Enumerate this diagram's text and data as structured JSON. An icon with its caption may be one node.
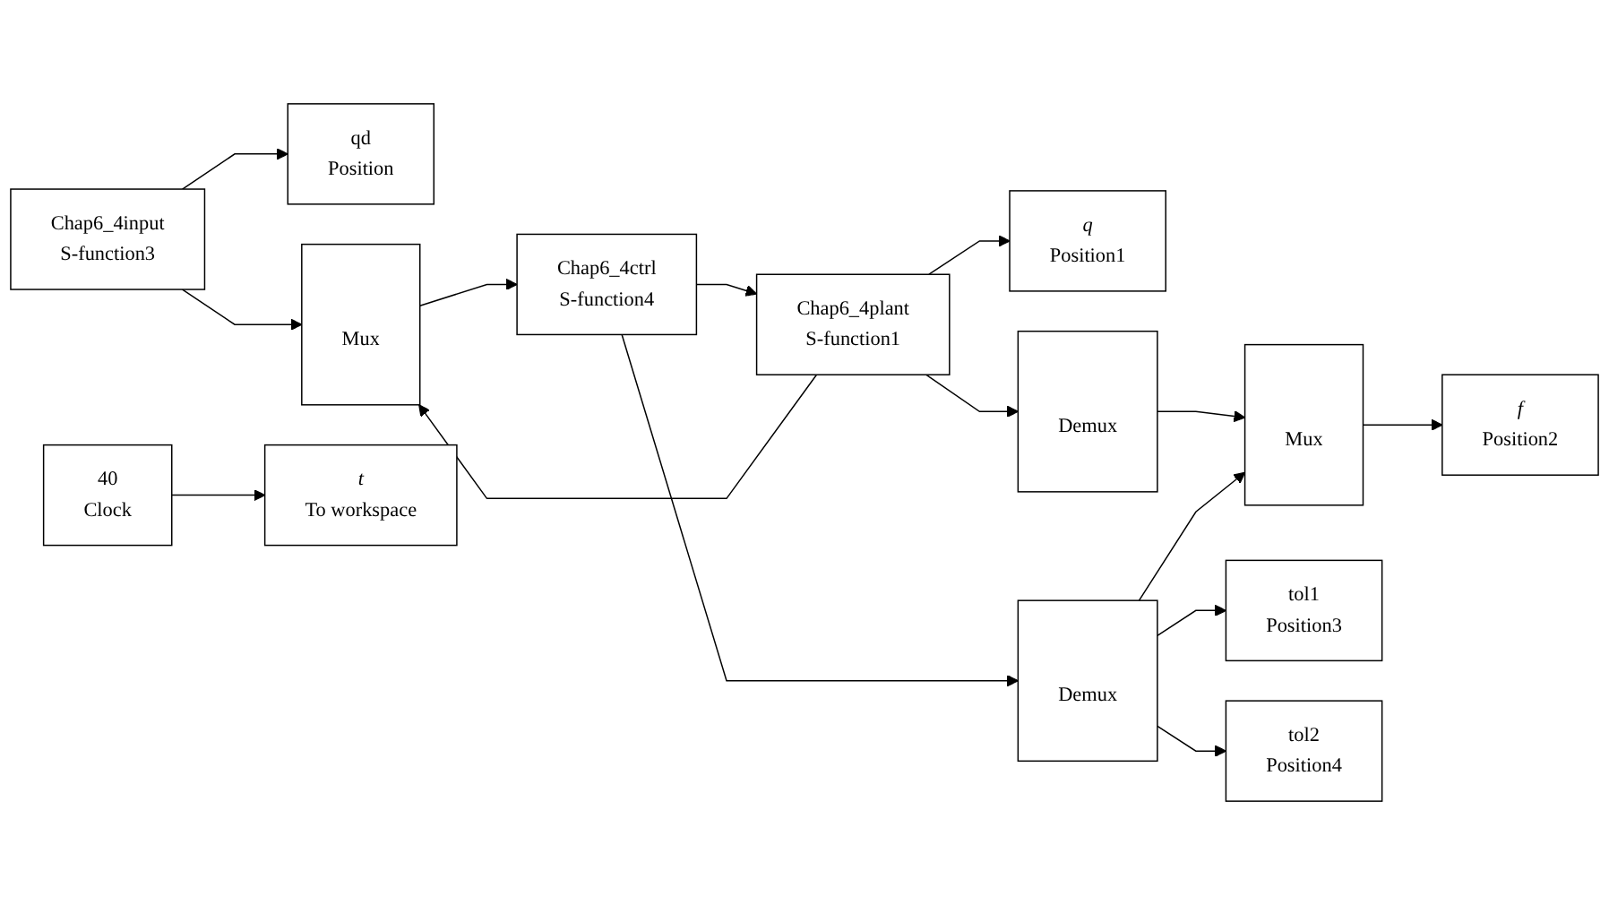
{
  "diagram": {
    "nodes": [
      {
        "text": [
          "Chap6_4input",
          "S-function3"
        ]
      },
      {
        "text": [
          "qd",
          "Position"
        ]
      },
      {
        "text": [
          "Mux"
        ]
      },
      {
        "text": [
          "Chap6_4ctrl",
          "S-function4"
        ]
      },
      {
        "text": [
          "Chap6_4plant",
          "S-function1"
        ]
      },
      {
        "text": [
          "q",
          "Position1"
        ]
      },
      {
        "text": [
          "Demux"
        ]
      },
      {
        "text": [
          "Mux"
        ]
      },
      {
        "text": [
          "f",
          "Position2"
        ]
      },
      {
        "text": [
          "40",
          "Clock"
        ]
      },
      {
        "text": [
          "t",
          "To workspace"
        ]
      },
      {
        "text": [
          "Demux"
        ]
      },
      {
        "text": [
          "tol1",
          "Position3"
        ]
      },
      {
        "text": [
          "tol2",
          "Position4"
        ]
      }
    ],
    "edges": [
      {
        "from": 0,
        "to": 1,
        "arrow": "to"
      },
      {
        "from": 0,
        "to": 2,
        "arrow": "to"
      },
      {
        "from": 2,
        "to": 3,
        "arrow": "to"
      },
      {
        "from": 3,
        "to": 4,
        "arrow": "to"
      },
      {
        "from": 3,
        "to": 11,
        "arrow": "to"
      },
      {
        "from": 4,
        "to": 5,
        "arrow": "to"
      },
      {
        "from": 4,
        "to": 6,
        "arrow": "to"
      },
      {
        "from": 4,
        "to": 2,
        "arrow": "to"
      },
      {
        "from": 6,
        "to": 7,
        "arrow": "to"
      },
      {
        "from": 7,
        "to": 8,
        "arrow": "to"
      },
      {
        "from": 9,
        "to": 10,
        "arrow": "to"
      },
      {
        "from": 11,
        "to": 12,
        "arrow": "to"
      },
      {
        "from": 11,
        "to": 13,
        "arrow": "to"
      },
      {
        "from": 11,
        "to": 7,
        "arrow": "to"
      }
    ]
  }
}
